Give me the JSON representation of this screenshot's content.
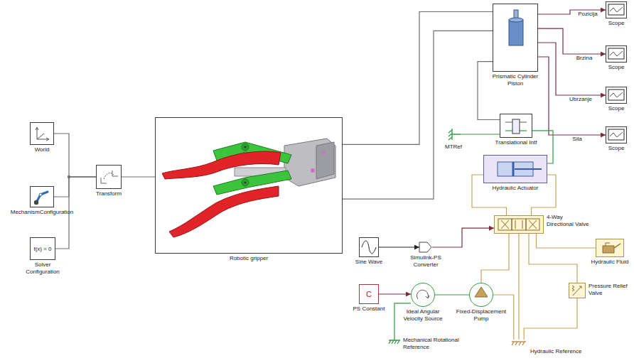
{
  "diagram": {
    "nodes": [
      {
        "text": [
          "World"
        ]
      },
      {
        "text": [
          "MechanismConfiguration"
        ]
      },
      {
        "text": [
          "f(x) = 0",
          "Solver Configuration"
        ]
      },
      {
        "text": [
          "Transform"
        ]
      },
      {
        "text": [
          "Robotic gripper"
        ]
      },
      {
        "text": [
          "Prismatic Cylinder Piston"
        ]
      },
      {
        "text": [
          "Scope"
        ]
      },
      {
        "text": [
          "Scope"
        ]
      },
      {
        "text": [
          "Scope"
        ]
      },
      {
        "text": [
          "Scope"
        ]
      },
      {
        "text": [
          "Translational Intf"
        ]
      },
      {
        "text": [
          "MTRef"
        ]
      },
      {
        "text": [
          "Hydraulic Actuator"
        ]
      },
      {
        "text": [
          "4-Way Directional Valve"
        ]
      },
      {
        "text": [
          "Sine Wave"
        ]
      },
      {
        "text": [
          "Simulink-PS Converter"
        ]
      },
      {
        "text": [
          "Hydraulic Fluid"
        ]
      },
      {
        "text": [
          "Pressure Relief Valve"
        ]
      },
      {
        "text": [
          "C",
          "PS Constant"
        ]
      },
      {
        "text": [
          "Ideal Angular Velocity Source"
        ]
      },
      {
        "text": [
          "Fixed-Displacement Pump"
        ]
      },
      {
        "text": [
          "Mechanical Rotational Reference"
        ]
      },
      {
        "text": [
          "Hydraulic Reference"
        ]
      }
    ],
    "edges": [
      {
        "from": 0,
        "to": 3,
        "arrow": "none"
      },
      {
        "from": 1,
        "to": 3,
        "arrow": "none"
      },
      {
        "from": 2,
        "to": 3,
        "arrow": "none"
      },
      {
        "from": 3,
        "to": 4,
        "arrow": "none"
      },
      {
        "from": 4,
        "to": 5,
        "arrow": "none"
      },
      {
        "from": 4,
        "to": 5,
        "arrow": "none"
      },
      {
        "from": 5,
        "to": 6,
        "label": "Pozicija",
        "arrow": "to"
      },
      {
        "from": 5,
        "to": 7,
        "label": "Brzina",
        "arrow": "to"
      },
      {
        "from": 5,
        "to": 8,
        "label": "Ubrzanje",
        "arrow": "to"
      },
      {
        "from": 5,
        "to": 9,
        "label": "Sila",
        "arrow": "to"
      },
      {
        "from": 5,
        "to": 10,
        "arrow": "none"
      },
      {
        "from": 11,
        "to": 10,
        "arrow": "none"
      },
      {
        "from": 10,
        "to": 12,
        "arrow": "none"
      },
      {
        "from": 12,
        "to": 13,
        "arrow": "none"
      },
      {
        "from": 12,
        "to": 13,
        "arrow": "none"
      },
      {
        "from": 14,
        "to": 15,
        "arrow": "to"
      },
      {
        "from": 15,
        "to": 13,
        "arrow": "to"
      },
      {
        "from": 16,
        "to": 13,
        "arrow": "none"
      },
      {
        "from": 17,
        "to": 13,
        "arrow": "none"
      },
      {
        "from": 20,
        "to": 13,
        "arrow": "none"
      },
      {
        "from": 18,
        "to": 19,
        "arrow": "to"
      },
      {
        "from": 19,
        "to": 20,
        "arrow": "none"
      },
      {
        "from": 19,
        "to": 21,
        "arrow": "none"
      },
      {
        "from": 20,
        "to": 22,
        "arrow": "none"
      },
      {
        "from": 17,
        "to": 22,
        "arrow": "none"
      },
      {
        "from": 13,
        "to": 22,
        "arrow": "none"
      }
    ]
  }
}
